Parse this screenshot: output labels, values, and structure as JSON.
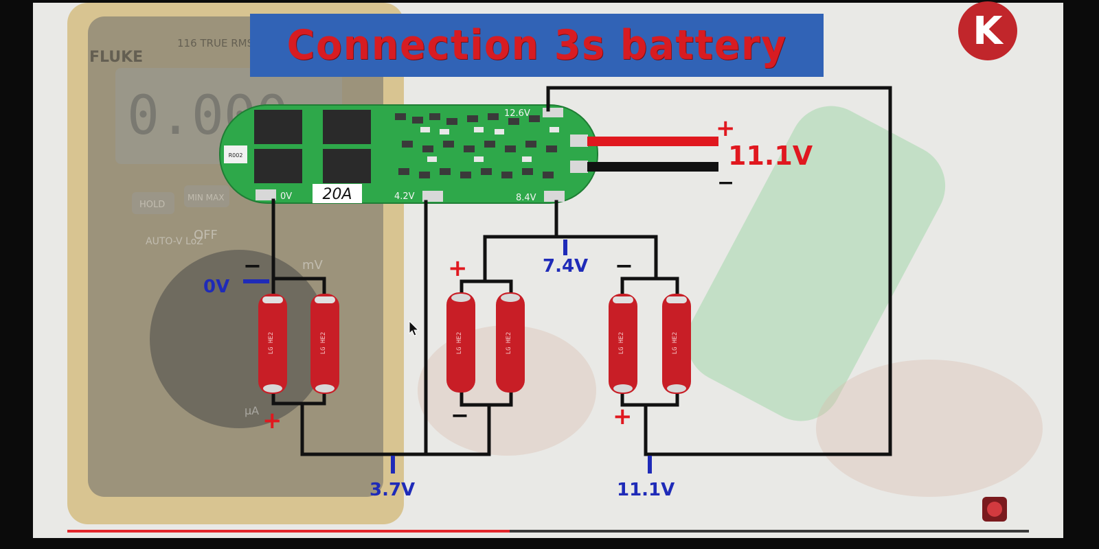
{
  "title": "Connection 3s battery",
  "logo_letter": "K",
  "colors": {
    "title_bg": "#3163b6",
    "title_text": "#d71c22",
    "wire": "#111111",
    "wire_positive": "#e0181f",
    "label_blue": "#1f2bb8",
    "label_red": "#e0181f",
    "cell": "#c81e26",
    "board": "#2ea84a"
  },
  "background": {
    "multimeter_brand": "FLUKE",
    "multimeter_model": "116 TRUE RMS",
    "multimeter_reading": "0.000",
    "multimeter_buttons": [
      "HOLD",
      "MIN MAX"
    ],
    "dial_labels": [
      "AUTO-V LoZ",
      "OFF",
      "mV",
      "µA"
    ]
  },
  "bms_board": {
    "rating": "20A",
    "terminals": [
      "0V",
      "4.2V",
      "8.4V",
      "12.6V"
    ],
    "resistor_code": "R002"
  },
  "output": {
    "positive_sign": "+",
    "negative_sign": "−",
    "voltage": "11.1V"
  },
  "taps": [
    {
      "voltage": "0V"
    },
    {
      "voltage": "3.7V"
    },
    {
      "voltage": "7.4V"
    },
    {
      "voltage": "11.1V"
    }
  ],
  "cell_groups": [
    {
      "top_sign": "−",
      "bottom_sign": "+"
    },
    {
      "top_sign": "+",
      "bottom_sign": "−"
    },
    {
      "top_sign": "−",
      "bottom_sign": "+"
    }
  ],
  "cell_label": "LG HE2",
  "video_progress": 0.46
}
